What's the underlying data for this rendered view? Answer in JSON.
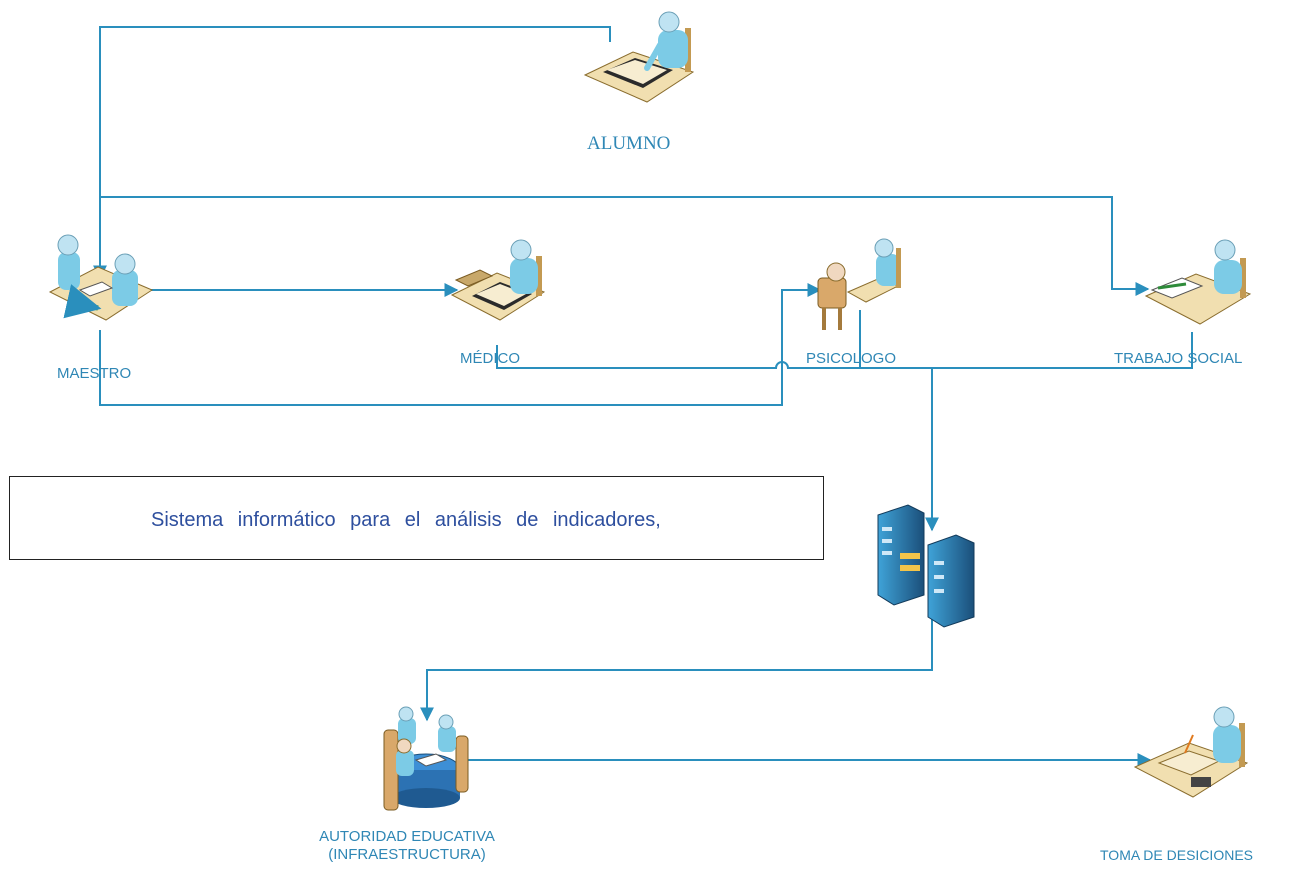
{
  "nodes": {
    "alumno": "ALUMNO",
    "maestro": "MAESTRO",
    "medico": "MÉDICO",
    "psicologo": "PSICOLOGO",
    "trabajo_social": "TRABAJO SOCIAL",
    "autoridad_line1": "AUTORIDAD EDUCATIVA",
    "autoridad_line2": "(INFRAESTRUCTURA)",
    "toma": "TOMA DE DESICIONES"
  },
  "textbox": {
    "text": "Sistema informático para el análisis de indicadores,"
  },
  "colors": {
    "connector": "#2a8fbd",
    "label": "#2f87b5",
    "textbox_text": "#2e4f9e",
    "figure_skin": "#bfe3f2",
    "figure_body": "#7ccbe6",
    "desk": "#f1dfb0",
    "server": "#1f5f8f"
  },
  "icons": {
    "alumno": "person-at-desk-icon",
    "maestro": "two-people-meeting-icon",
    "medico": "person-at-desk-icon",
    "psicologo": "counseling-session-icon",
    "trabajo_social": "person-with-documents-icon",
    "server": "server-rack-icon",
    "autoridad": "group-meeting-icon",
    "toma": "person-at-desk-icon"
  }
}
